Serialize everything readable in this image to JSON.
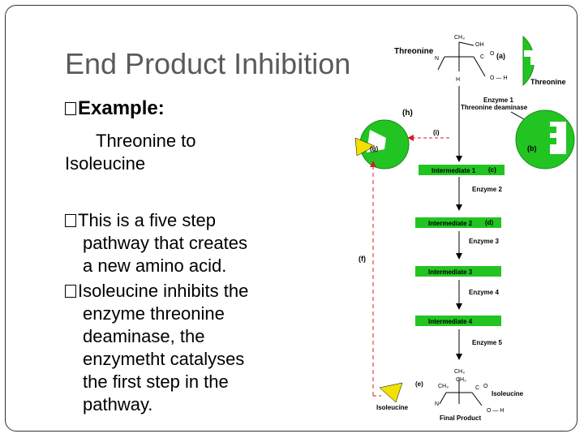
{
  "slide": {
    "title": "End Product Inhibition",
    "example_label": "Example:",
    "example_line1": "Threonine to",
    "example_line2": "Isoleucine",
    "bullet2_line1": "This is a five step",
    "bullet2_line2": "pathway that creates",
    "bullet2_line3": "a new amino acid.",
    "bullet3_line1": "Isoleucine inhibits the",
    "bullet3_line2": "enzyme threonine",
    "bullet3_line3": "deaminase, the",
    "bullet3_line4": "enzymetht catalyses",
    "bullet3_line5": "the first step in the",
    "bullet3_line6": "pathway."
  },
  "diagram": {
    "threonine_top": "Threonine",
    "label_a": "(a)",
    "threonine_enzyme_label": "Threonine",
    "enzyme1": "Enzyme 1",
    "enzyme1_name": "Threonine deaminase",
    "label_h": "(h)",
    "label_i": "(i)",
    "label_g": "(g)",
    "label_b": "(b)",
    "intermediate1": "Intermediate 1",
    "label_c": "(c)",
    "enzyme2": "Enzyme 2",
    "intermediate2": "Intermediate 2",
    "label_d": "(d)",
    "enzyme3": "Enzyme 3",
    "label_f": "(f)",
    "intermediate3": "Intermediate 3",
    "enzyme4": "Enzyme 4",
    "intermediate4": "Intermediate 4",
    "enzyme5": "Enzyme 5",
    "label_e": "(e)",
    "isoleucine_right": "Isoleucine",
    "isoleucine_left": "Isoleucine",
    "final_product": "Final Product",
    "colors": {
      "enzyme_green": "#22c422",
      "inhibitor_yellow": "#f2e000",
      "feedback_red": "#d42020"
    }
  }
}
